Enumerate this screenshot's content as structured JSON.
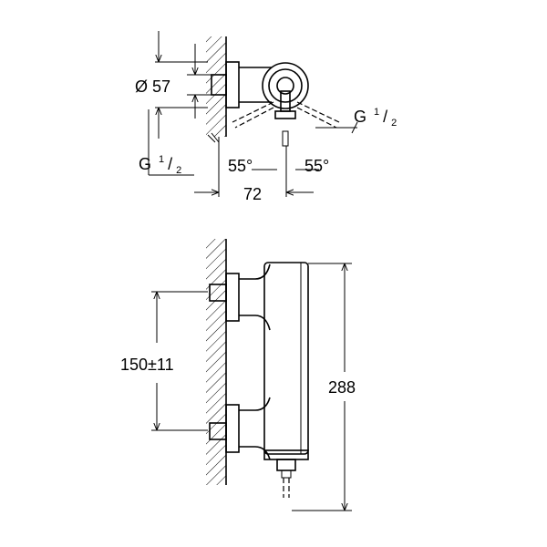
{
  "labels": {
    "diameter": "Ø 57",
    "thread_main": "G",
    "thread_num": "1",
    "thread_den": "2",
    "angle_left": "55°",
    "angle_right": "55°",
    "offset": "72",
    "spacing": "150±11",
    "height": "288"
  }
}
